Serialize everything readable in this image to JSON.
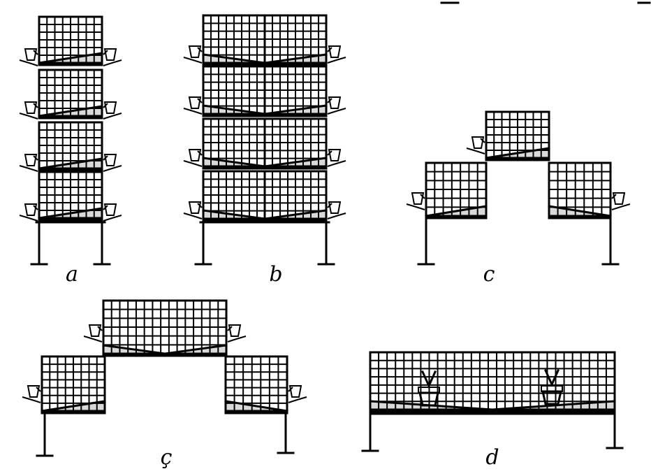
{
  "figure": {
    "panels": [
      {
        "label": "a",
        "layout": "vertical-stack-single",
        "tiers": 4
      },
      {
        "label": "b",
        "layout": "vertical-stack-double",
        "tiers": 4
      },
      {
        "label": "c",
        "layout": "stepped-three-block"
      },
      {
        "label": "ç",
        "layout": "stepped-three-block-wide-top"
      },
      {
        "label": "d",
        "layout": "flat-single-tier"
      }
    ]
  }
}
